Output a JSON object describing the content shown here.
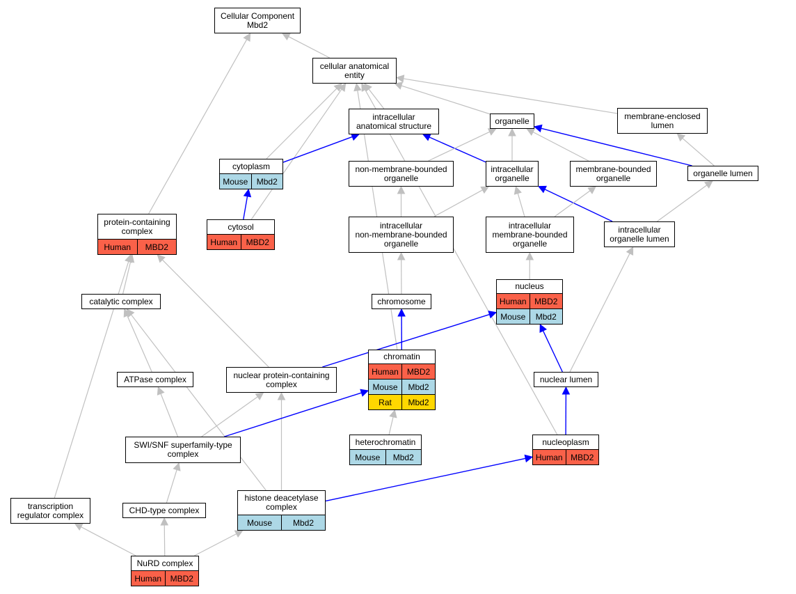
{
  "colors": {
    "Human": "#fa6149",
    "Mouse": "#add8e6",
    "Rat": "#ffd700",
    "is_a_edge": "#c0c0c0",
    "part_of_edge": "#0000ff"
  },
  "nodes": {
    "cc_root": {
      "lines": [
        "Cellular Component",
        "Mbd2"
      ],
      "rows": []
    },
    "cae": {
      "lines": [
        "cellular anatomical",
        "entity"
      ],
      "rows": []
    },
    "ias": {
      "lines": [
        "intracellular",
        "anatomical structure"
      ],
      "rows": []
    },
    "organelle": {
      "lines": [
        "organelle"
      ],
      "rows": []
    },
    "mel": {
      "lines": [
        "membrane-enclosed",
        "lumen"
      ],
      "rows": []
    },
    "cytoplasm": {
      "lines": [
        "cytoplasm"
      ],
      "rows": [
        [
          "Mouse",
          "Mbd2"
        ]
      ]
    },
    "nmbo": {
      "lines": [
        "non-membrane-bounded",
        "organelle"
      ],
      "rows": []
    },
    "io": {
      "lines": [
        "intracellular",
        "organelle"
      ],
      "rows": []
    },
    "mbo": {
      "lines": [
        "membrane-bounded",
        "organelle"
      ],
      "rows": []
    },
    "ol": {
      "lines": [
        "organelle lumen"
      ],
      "rows": []
    },
    "pcc": {
      "lines": [
        "protein-containing",
        "complex"
      ],
      "rows": [
        [
          "Human",
          "MBD2"
        ]
      ]
    },
    "cytosol": {
      "lines": [
        "cytosol"
      ],
      "rows": [
        [
          "Human",
          "MBD2"
        ]
      ]
    },
    "inmbo": {
      "lines": [
        "intracellular",
        "non-membrane-bounded",
        "organelle"
      ],
      "rows": []
    },
    "imbo": {
      "lines": [
        "intracellular",
        "membrane-bounded",
        "organelle"
      ],
      "rows": []
    },
    "iol": {
      "lines": [
        "intracellular",
        "organelle lumen"
      ],
      "rows": []
    },
    "nucleus": {
      "lines": [
        "nucleus"
      ],
      "rows": [
        [
          "Human",
          "MBD2"
        ],
        [
          "Mouse",
          "Mbd2"
        ]
      ]
    },
    "catc": {
      "lines": [
        "catalytic complex"
      ],
      "rows": []
    },
    "chromosome": {
      "lines": [
        "chromosome"
      ],
      "rows": []
    },
    "chromatin": {
      "lines": [
        "chromatin"
      ],
      "rows": [
        [
          "Human",
          "MBD2"
        ],
        [
          "Mouse",
          "Mbd2"
        ],
        [
          "Rat",
          "Mbd2"
        ]
      ]
    },
    "atpase": {
      "lines": [
        "ATPase complex"
      ],
      "rows": []
    },
    "npcc": {
      "lines": [
        "nuclear protein-containing",
        "complex"
      ],
      "rows": []
    },
    "nl": {
      "lines": [
        "nuclear lumen"
      ],
      "rows": []
    },
    "swisnf": {
      "lines": [
        "SWI/SNF superfamily-type",
        "complex"
      ],
      "rows": []
    },
    "hetero": {
      "lines": [
        "heterochromatin"
      ],
      "rows": [
        [
          "Mouse",
          "Mbd2"
        ]
      ]
    },
    "nucleoplasm": {
      "lines": [
        "nucleoplasm"
      ],
      "rows": [
        [
          "Human",
          "MBD2"
        ]
      ]
    },
    "hdac": {
      "lines": [
        "histone deacetylase",
        "complex"
      ],
      "rows": [
        [
          "Mouse",
          "Mbd2"
        ]
      ]
    },
    "trc": {
      "lines": [
        "transcription",
        "regulator complex"
      ],
      "rows": []
    },
    "chd": {
      "lines": [
        "CHD-type complex"
      ],
      "rows": []
    },
    "nurd": {
      "lines": [
        "NuRD complex"
      ],
      "rows": [
        [
          "Human",
          "MBD2"
        ]
      ]
    }
  },
  "edges": [
    {
      "from": "cae",
      "to": "cc_root",
      "type": "is_a"
    },
    {
      "from": "pcc",
      "to": "cc_root",
      "type": "is_a"
    },
    {
      "from": "cytoplasm",
      "to": "cae",
      "type": "is_a"
    },
    {
      "from": "cytosol",
      "to": "cae",
      "type": "is_a"
    },
    {
      "from": "chromatin",
      "to": "cae",
      "type": "is_a"
    },
    {
      "from": "ias",
      "to": "cae",
      "type": "is_a"
    },
    {
      "from": "organelle",
      "to": "cae",
      "type": "is_a"
    },
    {
      "from": "mel",
      "to": "cae",
      "type": "is_a"
    },
    {
      "from": "nucleoplasm",
      "to": "cae",
      "type": "is_a"
    },
    {
      "from": "cytoplasm",
      "to": "ias",
      "type": "part_of"
    },
    {
      "from": "io",
      "to": "ias",
      "type": "part_of"
    },
    {
      "from": "nmbo",
      "to": "organelle",
      "type": "is_a"
    },
    {
      "from": "io",
      "to": "organelle",
      "type": "is_a"
    },
    {
      "from": "mbo",
      "to": "organelle",
      "type": "is_a"
    },
    {
      "from": "ol",
      "to": "organelle",
      "type": "part_of"
    },
    {
      "from": "ol",
      "to": "mel",
      "type": "is_a"
    },
    {
      "from": "cytosol",
      "to": "cytoplasm",
      "type": "part_of"
    },
    {
      "from": "inmbo",
      "to": "nmbo",
      "type": "is_a"
    },
    {
      "from": "inmbo",
      "to": "io",
      "type": "is_a"
    },
    {
      "from": "imbo",
      "to": "io",
      "type": "is_a"
    },
    {
      "from": "iol",
      "to": "io",
      "type": "part_of"
    },
    {
      "from": "imbo",
      "to": "mbo",
      "type": "is_a"
    },
    {
      "from": "iol",
      "to": "ol",
      "type": "is_a"
    },
    {
      "from": "chromosome",
      "to": "inmbo",
      "type": "is_a"
    },
    {
      "from": "nucleus",
      "to": "imbo",
      "type": "is_a"
    },
    {
      "from": "nl",
      "to": "iol",
      "type": "is_a"
    },
    {
      "from": "nl",
      "to": "nucleus",
      "type": "part_of"
    },
    {
      "from": "npcc",
      "to": "nucleus",
      "type": "part_of"
    },
    {
      "from": "chromatin",
      "to": "chromosome",
      "type": "part_of"
    },
    {
      "from": "catc",
      "to": "pcc",
      "type": "is_a"
    },
    {
      "from": "npcc",
      "to": "pcc",
      "type": "is_a"
    },
    {
      "from": "trc",
      "to": "pcc",
      "type": "is_a"
    },
    {
      "from": "atpase",
      "to": "catc",
      "type": "is_a"
    },
    {
      "from": "hdac",
      "to": "catc",
      "type": "is_a"
    },
    {
      "from": "swisnf",
      "to": "atpase",
      "type": "is_a"
    },
    {
      "from": "swisnf",
      "to": "npcc",
      "type": "is_a"
    },
    {
      "from": "hdac",
      "to": "npcc",
      "type": "is_a"
    },
    {
      "from": "swisnf",
      "to": "chromatin",
      "type": "part_of"
    },
    {
      "from": "hetero",
      "to": "chromatin",
      "type": "is_a"
    },
    {
      "from": "nucleoplasm",
      "to": "nl",
      "type": "part_of"
    },
    {
      "from": "hdac",
      "to": "nucleoplasm",
      "type": "part_of"
    },
    {
      "from": "chd",
      "to": "swisnf",
      "type": "is_a"
    },
    {
      "from": "nurd",
      "to": "trc",
      "type": "is_a"
    },
    {
      "from": "nurd",
      "to": "chd",
      "type": "is_a"
    },
    {
      "from": "nurd",
      "to": "hdac",
      "type": "is_a"
    }
  ]
}
